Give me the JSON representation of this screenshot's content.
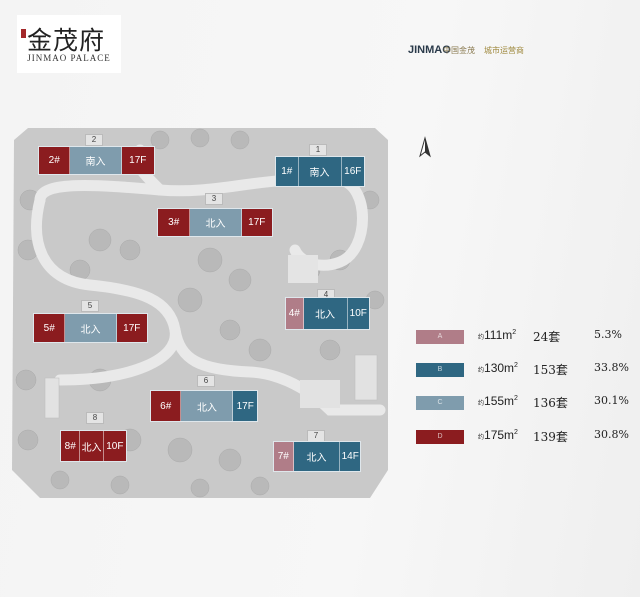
{
  "header": {
    "logo_cn": "金茂府",
    "logo_en": "JINMAO PALACE",
    "brand": "JINMAO",
    "brand_cn": "中国金茂",
    "brand_tag": "城市运营商"
  },
  "colors": {
    "A": "#b07d88",
    "B": "#2f6782",
    "C": "#7f9cad",
    "D": "#8b1c1f",
    "site": "#c9c9c9",
    "road": "#e9e9e9"
  },
  "buildings": [
    {
      "no": "2",
      "id": "2#",
      "entry": "南入",
      "floors": "17F"
    },
    {
      "no": "1",
      "id": "1#",
      "entry": "南入",
      "floors": "16F"
    },
    {
      "no": "3",
      "id": "3#",
      "entry": "北入",
      "floors": "17F"
    },
    {
      "no": "4",
      "id": "4#",
      "entry": "北入",
      "floors": "10F"
    },
    {
      "no": "5",
      "id": "5#",
      "entry": "北入",
      "floors": "17F"
    },
    {
      "no": "6",
      "id": "6#",
      "entry": "北入",
      "floors": "17F"
    },
    {
      "no": "7",
      "id": "7#",
      "entry": "北入",
      "floors": "14F"
    },
    {
      "no": "8",
      "id": "8#",
      "entry": "北入",
      "floors": "10F"
    }
  ],
  "legend": [
    {
      "type": "A",
      "prefix": "约",
      "area": "111m",
      "sup": "2",
      "count": "24套",
      "percent": "5.3%"
    },
    {
      "type": "B",
      "prefix": "约",
      "area": "130m",
      "sup": "2",
      "count": "153套",
      "percent": "33.8%"
    },
    {
      "type": "C",
      "prefix": "约",
      "area": "155m",
      "sup": "2",
      "count": "136套",
      "percent": "30.1%"
    },
    {
      "type": "D",
      "prefix": "约",
      "area": "175m",
      "sup": "2",
      "count": "139套",
      "percent": "30.8%"
    }
  ],
  "north_icon": "north-arrow-icon"
}
